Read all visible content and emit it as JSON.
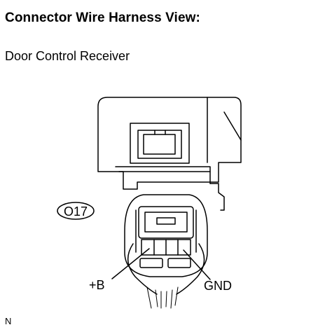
{
  "header": {
    "title": "Connector Wire Harness View:",
    "component": "Door Control Receiver"
  },
  "connector": {
    "code": "O17",
    "terminals": [
      {
        "label": "+B"
      },
      {
        "label": "GND"
      }
    ]
  },
  "footer": {
    "mark": "N"
  }
}
